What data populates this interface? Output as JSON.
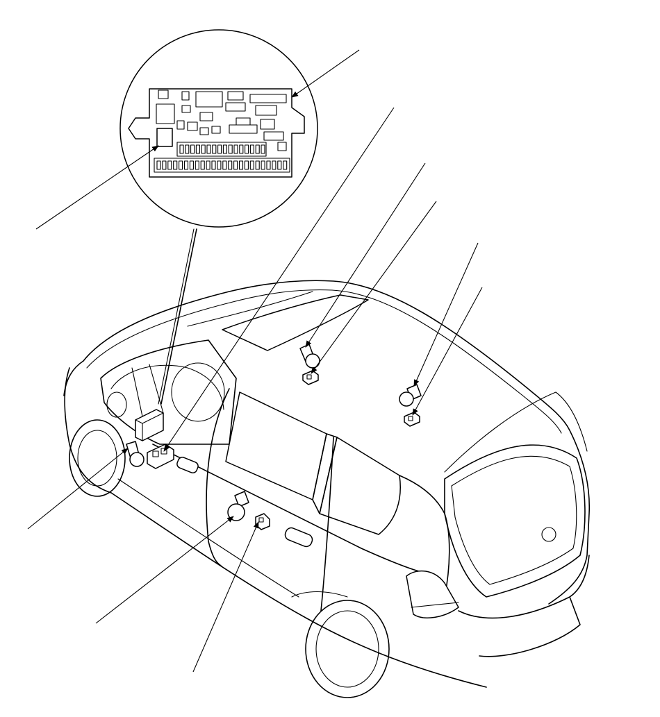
{
  "diagram": {
    "components": [
      {
        "id": "fuse-box-inset",
        "kind": "fuse-relay-box-detail"
      },
      {
        "id": "relay-in-fuse-box",
        "kind": "relay"
      },
      {
        "id": "under-dash-box",
        "kind": "fuse-relay-box"
      },
      {
        "id": "driver-power-window-switch",
        "kind": "switch"
      },
      {
        "id": "front-left-door-motor",
        "kind": "motor"
      },
      {
        "id": "rear-left-door-motor",
        "kind": "motor"
      },
      {
        "id": "rear-left-door-switch",
        "kind": "switch"
      },
      {
        "id": "front-right-door-motor",
        "kind": "motor"
      },
      {
        "id": "front-right-door-switch",
        "kind": "switch"
      },
      {
        "id": "rear-right-door-motor",
        "kind": "motor"
      },
      {
        "id": "rear-right-door-switch",
        "kind": "switch"
      }
    ]
  }
}
